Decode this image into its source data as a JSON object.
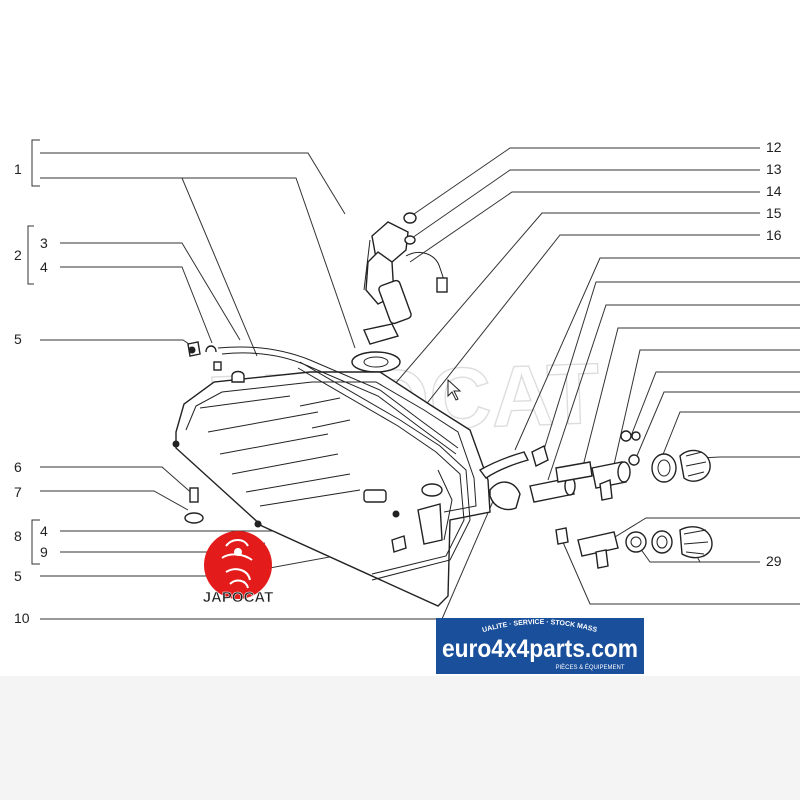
{
  "callouts_left": [
    "1",
    "2",
    "3",
    "4",
    "5",
    "6",
    "7",
    "8",
    "4",
    "9",
    "5",
    "10"
  ],
  "callouts_right": [
    "12",
    "13",
    "14",
    "15",
    "16",
    "29"
  ],
  "brand_left": {
    "name": "JAPOCAT",
    "color": "#e31b1b"
  },
  "brand_right": {
    "name": "euro4x4parts.com",
    "tagline": "QUALITE · SERVICE · STOCK MASSIF",
    "subtitle": "PIÈCES & ÉQUIPEMENT",
    "bg_color": "#1a4f9c",
    "accent_color": "#e31b1b"
  },
  "watermark": "JAPOCAT"
}
